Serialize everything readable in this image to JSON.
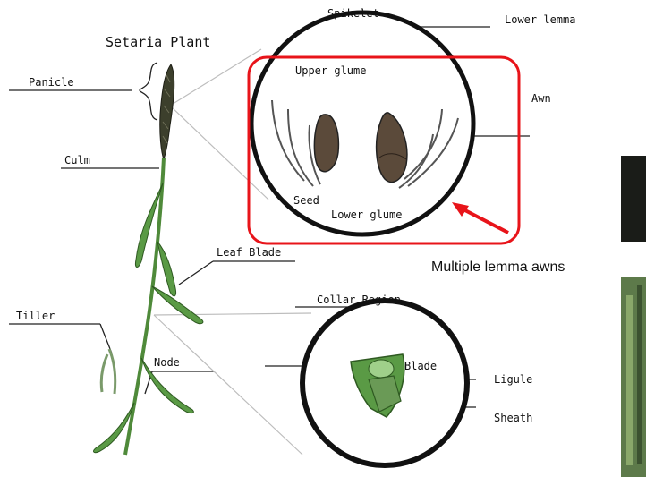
{
  "title": "Setaria Plant",
  "labels": {
    "panicle": "Panicle",
    "culm": "Culm",
    "leaf_blade": "Leaf Blade",
    "tiller": "Tiller",
    "node": "Node",
    "spikelet": "Spikelet",
    "lower_lemma": "Lower lemma",
    "upper_glume": "Upper glume",
    "awn": "Awn",
    "seed": "Seed",
    "lower_glume": "Lower glume",
    "collar_region": "Collar Region",
    "blade": "Blade",
    "ligule": "Ligule",
    "sheath": "Sheath"
  },
  "annotation": {
    "text": "Multiple lemma awns",
    "color": "#e8141a"
  },
  "colors": {
    "stem_green": "#4f8a3a",
    "leaf_green": "#5a9a45",
    "seed_brown": "#5b4a3a",
    "panicle_dark": "#3c3f2c"
  }
}
